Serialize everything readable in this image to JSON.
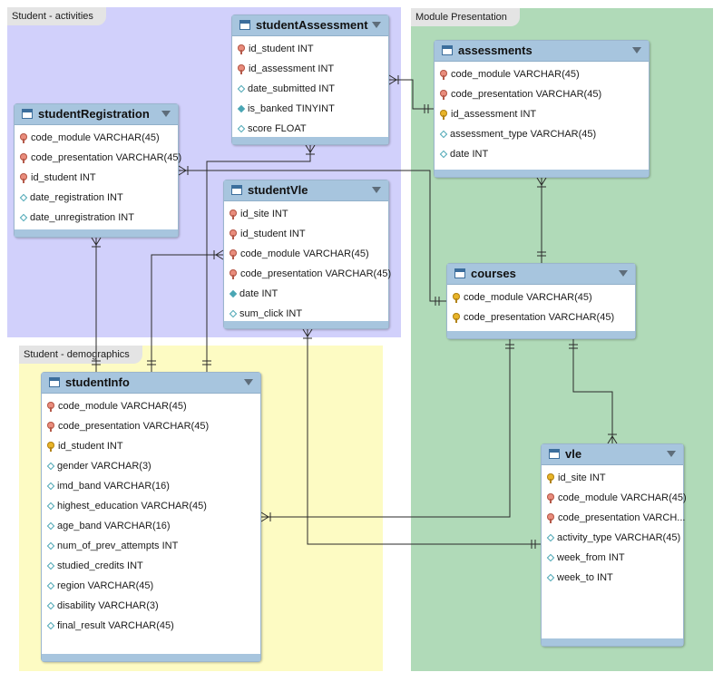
{
  "colors": {
    "activities": "#d1d0fb",
    "demographics": "#fdfbc3",
    "module_presentation": "#b0dab8",
    "header": "#a7c5de",
    "line": "#2a2a2a"
  },
  "regions": [
    {
      "id": "activities",
      "name": "Student - activities"
    },
    {
      "id": "demographics",
      "name": "Student - demographics"
    },
    {
      "id": "module_presentation",
      "name": "Module Presentation"
    }
  ],
  "entities": [
    {
      "id": "studentAssessment",
      "name": "studentAssessment",
      "columns": [
        {
          "name": "id_student INT",
          "key": "fk"
        },
        {
          "name": "id_assessment INT",
          "key": "fk"
        },
        {
          "name": "date_submitted INT",
          "key": "attr"
        },
        {
          "name": "is_banked TINYINT",
          "key": "attr-filled"
        },
        {
          "name": "score FLOAT",
          "key": "attr"
        }
      ]
    },
    {
      "id": "studentRegistration",
      "name": "studentRegistration",
      "columns": [
        {
          "name": "code_module VARCHAR(45)",
          "key": "fk"
        },
        {
          "name": "code_presentation VARCHAR(45)",
          "key": "fk"
        },
        {
          "name": "id_student INT",
          "key": "fk"
        },
        {
          "name": "date_registration INT",
          "key": "attr"
        },
        {
          "name": "date_unregistration INT",
          "key": "attr"
        }
      ]
    },
    {
      "id": "studentVle",
      "name": "studentVle",
      "columns": [
        {
          "name": "id_site INT",
          "key": "fk"
        },
        {
          "name": "id_student INT",
          "key": "fk"
        },
        {
          "name": "code_module VARCHAR(45)",
          "key": "fk"
        },
        {
          "name": "code_presentation VARCHAR(45)",
          "key": "fk"
        },
        {
          "name": "date INT",
          "key": "attr-filled"
        },
        {
          "name": "sum_click INT",
          "key": "attr"
        }
      ]
    },
    {
      "id": "assessments",
      "name": "assessments",
      "columns": [
        {
          "name": "code_module VARCHAR(45)",
          "key": "fk"
        },
        {
          "name": "code_presentation VARCHAR(45)",
          "key": "fk"
        },
        {
          "name": "id_assessment INT",
          "key": "pk"
        },
        {
          "name": "assessment_type VARCHAR(45)",
          "key": "attr"
        },
        {
          "name": "date INT",
          "key": "attr"
        }
      ]
    },
    {
      "id": "courses",
      "name": "courses",
      "columns": [
        {
          "name": "code_module VARCHAR(45)",
          "key": "pk"
        },
        {
          "name": "code_presentation VARCHAR(45)",
          "key": "pk"
        }
      ]
    },
    {
      "id": "studentInfo",
      "name": "studentInfo",
      "columns": [
        {
          "name": "code_module VARCHAR(45)",
          "key": "fk"
        },
        {
          "name": "code_presentation VARCHAR(45)",
          "key": "fk"
        },
        {
          "name": "id_student INT",
          "key": "pk"
        },
        {
          "name": "gender VARCHAR(3)",
          "key": "attr"
        },
        {
          "name": "imd_band VARCHAR(16)",
          "key": "attr"
        },
        {
          "name": "highest_education VARCHAR(45)",
          "key": "attr"
        },
        {
          "name": "age_band VARCHAR(16)",
          "key": "attr"
        },
        {
          "name": "num_of_prev_attempts INT",
          "key": "attr"
        },
        {
          "name": "studied_credits INT",
          "key": "attr"
        },
        {
          "name": "region VARCHAR(45)",
          "key": "attr"
        },
        {
          "name": "disability VARCHAR(3)",
          "key": "attr"
        },
        {
          "name": "final_result VARCHAR(45)",
          "key": "attr"
        }
      ]
    },
    {
      "id": "vle",
      "name": "vle",
      "columns": [
        {
          "name": "id_site INT",
          "key": "pk"
        },
        {
          "name": "code_module VARCHAR(45)",
          "key": "fk"
        },
        {
          "name": "code_presentation VARCH...",
          "key": "fk"
        },
        {
          "name": "activity_type VARCHAR(45)",
          "key": "attr"
        },
        {
          "name": "week_from INT",
          "key": "attr"
        },
        {
          "name": "week_to INT",
          "key": "attr"
        }
      ]
    }
  ]
}
